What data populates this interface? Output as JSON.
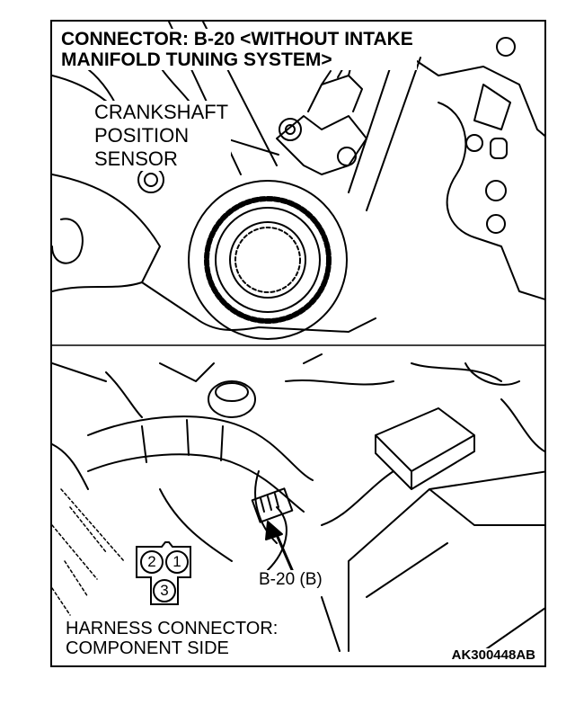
{
  "title": {
    "line1": "CONNECTOR: B-20 <WITHOUT INTAKE",
    "line2": "MANIFOLD TUNING SYSTEM>"
  },
  "sensor_label": {
    "line1": "CRANKSHAFT",
    "line2": "POSITION",
    "line3": "SENSOR"
  },
  "connector_callout": "B-20 (B)",
  "harness_label": {
    "line1": "HARNESS CONNECTOR:",
    "line2": "COMPONENT SIDE"
  },
  "pins": [
    "2",
    "1",
    "3"
  ],
  "figure_code": "AK300448AB"
}
